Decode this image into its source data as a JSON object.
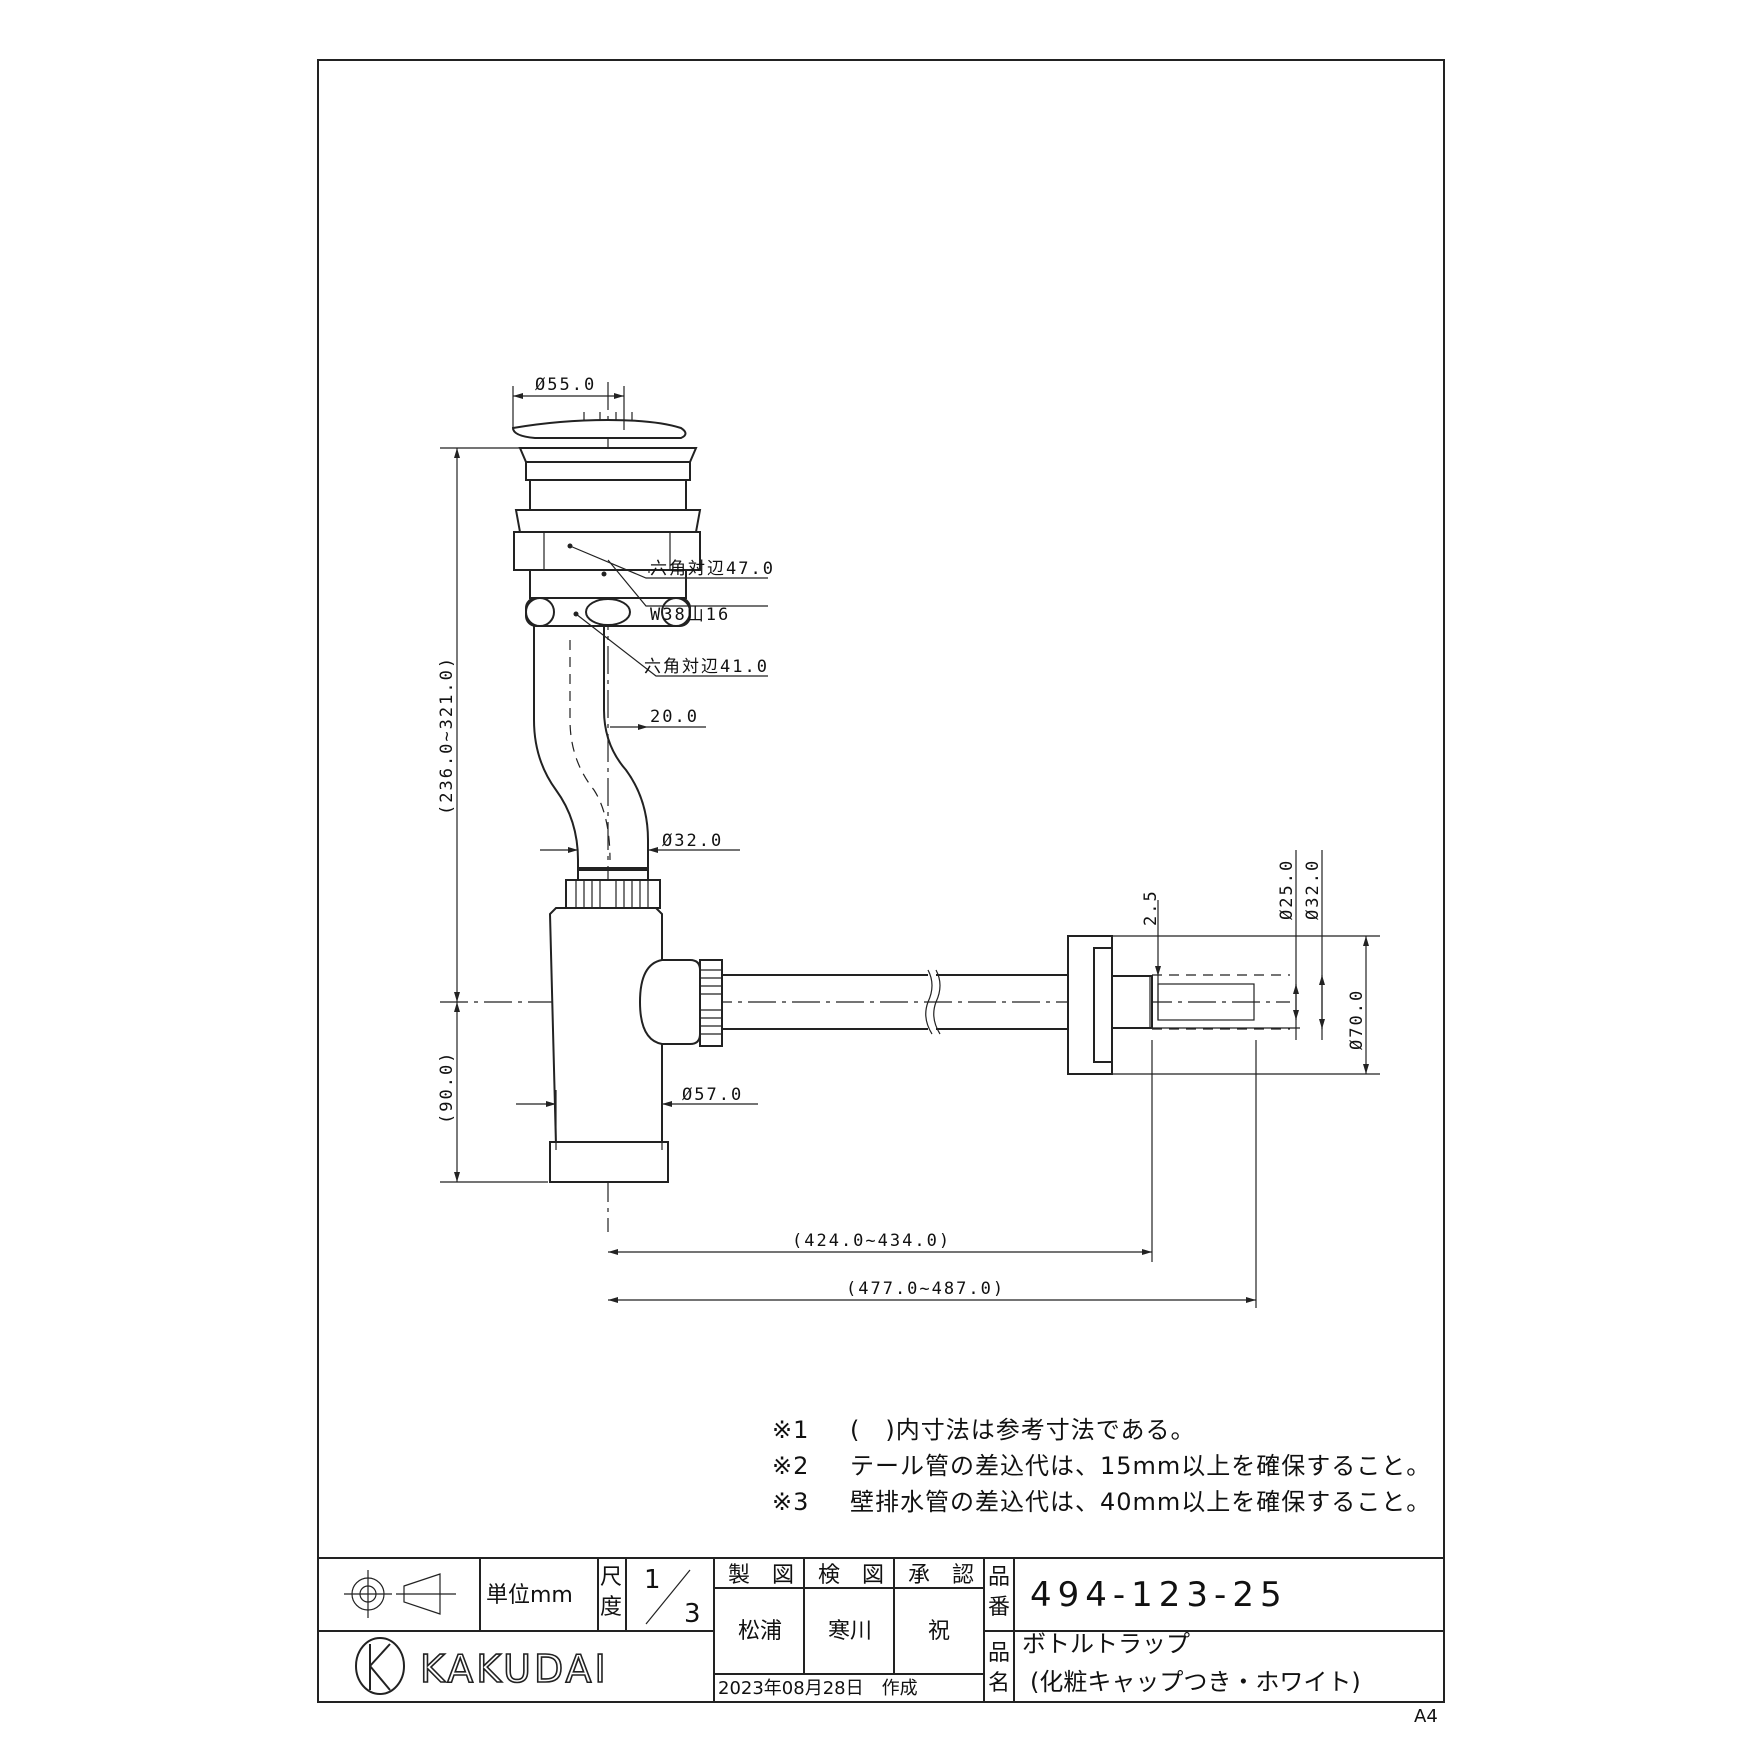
{
  "dimensions": {
    "d55": "Ø55.0",
    "hex47": "六角対辺47.0",
    "w38": "W38山16",
    "hex41": "六角対辺41.0",
    "d20": "20.0",
    "d32a": "Ø32.0",
    "h_range": "(236.0~321.0)",
    "d57": "Ø57.0",
    "h90": "(90.0)",
    "d2_5": "2.5",
    "d25": "Ø25.0",
    "d32b": "Ø32.0",
    "d70": "Ø70.0",
    "len1": "(424.0~434.0)",
    "len2": "(477.0~487.0)"
  },
  "notes": [
    {
      "mark": "※1",
      "text": "(　)内寸法は参考寸法である。"
    },
    {
      "mark": "※2",
      "text": "テール管の差込代は、15mm以上を確保すること。"
    },
    {
      "mark": "※3",
      "text": "壁排水管の差込代は、40mm以上を確保すること。"
    }
  ],
  "title_block": {
    "unit_label": "単位mm",
    "scale_label_1": "尺",
    "scale_label_2": "度",
    "scale_num": "1",
    "scale_den": "3",
    "drawn_label": "製　図",
    "checked_label": "検　図",
    "approved_label": "承　認",
    "drawn_by": "松浦",
    "checked_by": "寒川",
    "approved_by": "祝",
    "part_no_label_1": "品",
    "part_no_label_2": "番",
    "part_no": "494-123-25",
    "part_name_label_1": "品",
    "part_name_label_2": "名",
    "part_name_1": "ボトルトラップ",
    "part_name_2": "(化粧キャップつき・ホワイト)",
    "date": "2023年08月28日　作成",
    "logo_text": "KAKUDAI"
  },
  "sheet_size": "A4"
}
